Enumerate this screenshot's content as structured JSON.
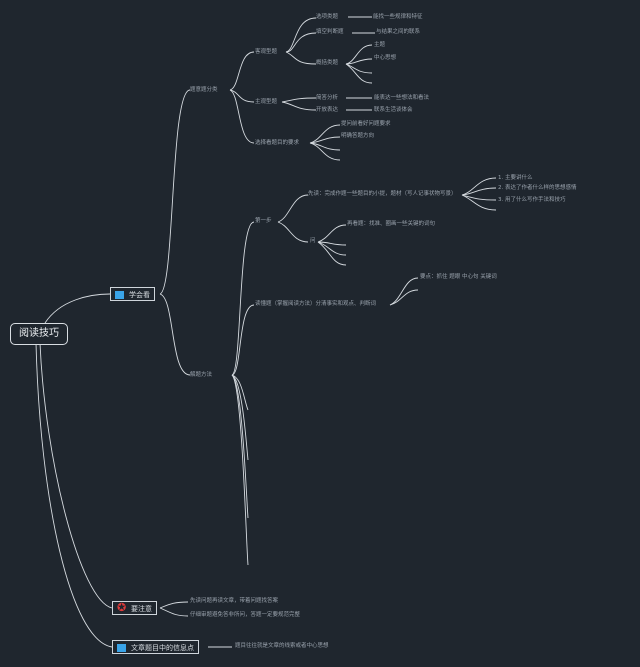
{
  "root": {
    "label": "阅读技巧"
  },
  "branches": {
    "b1": {
      "label": "学会看",
      "icon": "flag-icon"
    },
    "b2": {
      "label": "要注意",
      "icon": "star-icon"
    },
    "b3": {
      "label": "文章题目中的信息点",
      "icon": "flag-icon"
    }
  },
  "level2": {
    "l2a": "题意题分类",
    "l2b": "解题方法"
  },
  "level3": {
    "a1": "客观型题",
    "a2": "主观型题",
    "a3": "选择看题目的要求",
    "b1": "第一步",
    "b2": "读懂题（掌握阅读方法）分清事实和观点、判断词"
  },
  "level4": {
    "a1_1": "选项类题",
    "a1_2": "填空判断题",
    "a1_3": "概括类题",
    "a2_1": "简答分析",
    "a2_2": "开放表达",
    "a3_1": "提问前看好问题要求",
    "a3_2": "明确答题方向",
    "b1_1": "先读：完成作题一些题目的小提，题材（写人记事状物写景）",
    "b1_2": "问",
    "b1_3": "再看题：找准、圈画一些关键的词句",
    "b2_1": "要点：抓住 题眼 中心句 关键词"
  },
  "level5": {
    "a1_1_1": "能找一些规律和特征",
    "a1_2_1": "与结果之间的联系",
    "a1_3_1": "主题",
    "a1_3_2": "中心思想",
    "a2_1_1": "能表达一些想法和看法",
    "a2_2_1": "联系生活谈体会",
    "b1_1_1": "1. 主要讲什么",
    "b1_1_2": "2. 表达了作者什么样的思想感情",
    "b1_1_3": "3. 用了什么写作手法和技巧"
  },
  "notes": {
    "n1": "先读问题再读文章，带着问题找答案",
    "n2": "仔细审题避免答非所问，答题一定要规范完整",
    "n3": "题目往往就是文章的线索或者中心思想"
  },
  "colors": {
    "background": "#1f262e",
    "line": "#d6dbe0",
    "flag": "#3aa4e8",
    "star": "#e23b3b"
  }
}
